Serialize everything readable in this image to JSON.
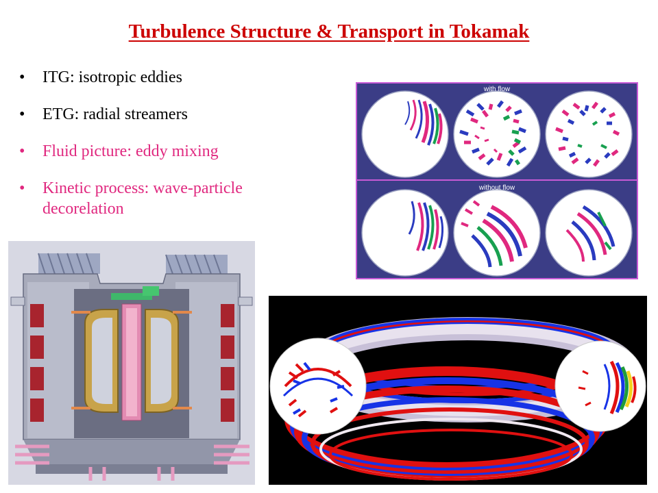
{
  "slide": {
    "title": "Turbulence Structure & Transport in Tokamak"
  },
  "bullets": [
    {
      "text": "ITG: isotropic eddies",
      "color": "#000000"
    },
    {
      "text": "ETG: radial streamers",
      "color": "#000000"
    },
    {
      "text": "Fluid picture: eddy mixing",
      "color": "#e0287f"
    },
    {
      "text": "Kinetic process: wave-particle decorelation",
      "color": "#e0287f"
    }
  ],
  "bullet_glyph": "•",
  "simulation_panel": {
    "top_label": "with flow",
    "bottom_label": "without flow",
    "background": "#3b3d86",
    "border": "#c85bd6"
  },
  "colors": {
    "title": "#cc0000",
    "accent_pink": "#e0287f"
  }
}
